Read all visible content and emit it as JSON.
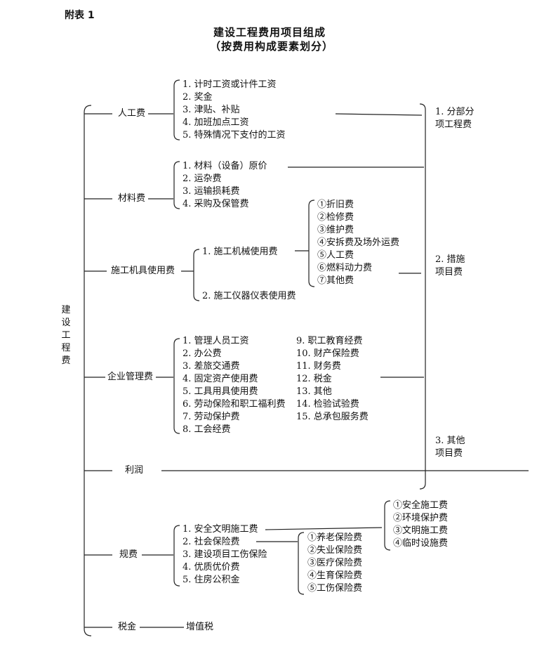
{
  "header": {
    "label": "附表 1"
  },
  "title": {
    "main": "建设工程费用项目组成",
    "sub": "（按费用构成要素划分）"
  },
  "root": {
    "label": "建设工程费"
  },
  "categories": {
    "labor": {
      "label": "人工费",
      "items": [
        "1. 计时工资或计件工资",
        "2. 奖金",
        "3. 津贴、补贴",
        "4. 加班加点工资",
        "5. 特殊情况下支付的工资"
      ]
    },
    "material": {
      "label": "材料费",
      "items": [
        "1. 材料（设备）原价",
        "2. 运杂费",
        "3. 运输损耗费",
        "4. 采购及保管费"
      ]
    },
    "machinery": {
      "label": "施工机具使用费",
      "items": [
        "1. 施工机械使用费",
        "2.  施工仪器仪表使用费"
      ],
      "machine_sub": [
        "①折旧费",
        "②检修费",
        "③维护费",
        "④安拆费及场外运费",
        "⑤人工费",
        "⑥燃料动力费",
        "⑦其他费"
      ]
    },
    "management": {
      "label": "企业管理费",
      "items_col1": [
        "1. 管理人员工资",
        "2. 办公费",
        "3. 差旅交通费",
        "4. 固定资产使用费",
        "5. 工具用具使用费",
        "6. 劳动保险和职工福利费",
        "7. 劳动保护费",
        "8. 工会经费"
      ],
      "items_col2": [
        "9. 职工教育经费",
        "10. 财产保险费",
        "11. 财务费",
        "12. 税金",
        "13. 其他",
        "14. 检验试验费",
        "15. 总承包服务费"
      ]
    },
    "profit": {
      "label": "利润"
    },
    "fees": {
      "label": "规费",
      "items": [
        "1. 安全文明施工费",
        "2. 社会保险费",
        "3. 建设项目工伤保险",
        "4. 优质优价费",
        "5. 住房公积金"
      ],
      "safety_sub": [
        "①安全施工费",
        "②环境保护费",
        "③文明施工费",
        "④临时设施费"
      ],
      "insurance_sub": [
        "①养老保险费",
        "②失业保险费",
        "③医疗保险费",
        "④生育保险费",
        "⑤工伤保险费"
      ]
    },
    "tax": {
      "label": "税金",
      "item": "增值税"
    }
  },
  "destinations": {
    "d1": {
      "line1": "1. 分部分",
      "line2": "项工程费"
    },
    "d2": {
      "line1": "2. 措施",
      "line2": "项目费"
    },
    "d3": {
      "line1": "3. 其他",
      "line2": "项目费"
    }
  }
}
